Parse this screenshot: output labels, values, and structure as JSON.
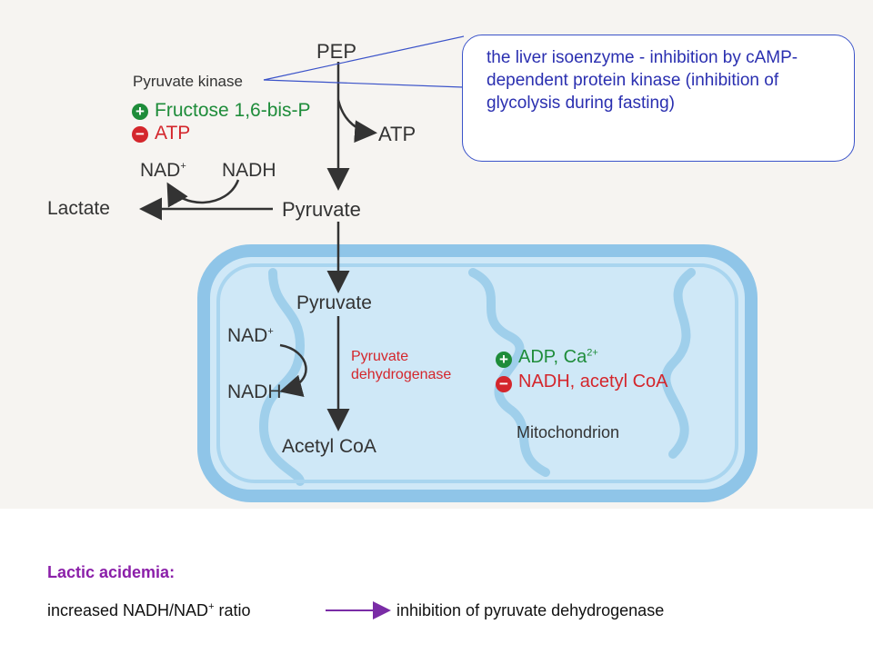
{
  "diagram": {
    "pep": "PEP",
    "pyruvate_kinase": "Pyruvate kinase",
    "fructose": "Fructose 1,6-bis-P",
    "atp_inhibitor": "ATP",
    "atp_product": "ATP",
    "nad_plus": "NAD",
    "nadh_top": "NADH",
    "lactate": "Lactate",
    "pyruvate_cytosol": "Pyruvate",
    "pyruvate_mito": "Pyruvate",
    "nad_mito": "NAD",
    "nadh_mito": "NADH",
    "pdh_line1": "Pyruvate",
    "pdh_line2": "dehydrogenase",
    "adp": "ADP, Ca",
    "ca_charge": "2+",
    "nadh_acetyl": "NADH, acetyl CoA",
    "mitochondrion": "Mitochondrion",
    "acetyl_coa": "Acetyl CoA",
    "plus_sign": "+",
    "minus_sign": "−",
    "superscript_plus": "+",
    "colors": {
      "activator": "#1e8c3a",
      "inhibitor": "#d4262c",
      "callout": "#3b53c9",
      "mitochondrion": "#8fc5e8"
    }
  },
  "callout": {
    "text": "the liver isoenzyme - inhibition by cAMP-dependent protein kinase (inhibition of glycolysis during fasting)"
  },
  "footer": {
    "title": "Lactic acidemia:",
    "left_text": "increased NADH/NAD",
    "left_sup": "+",
    "left_tail": " ratio",
    "right_text": "inhibition of pyruvate dehydrogenase",
    "arrow_color": "#7a2ca6"
  }
}
